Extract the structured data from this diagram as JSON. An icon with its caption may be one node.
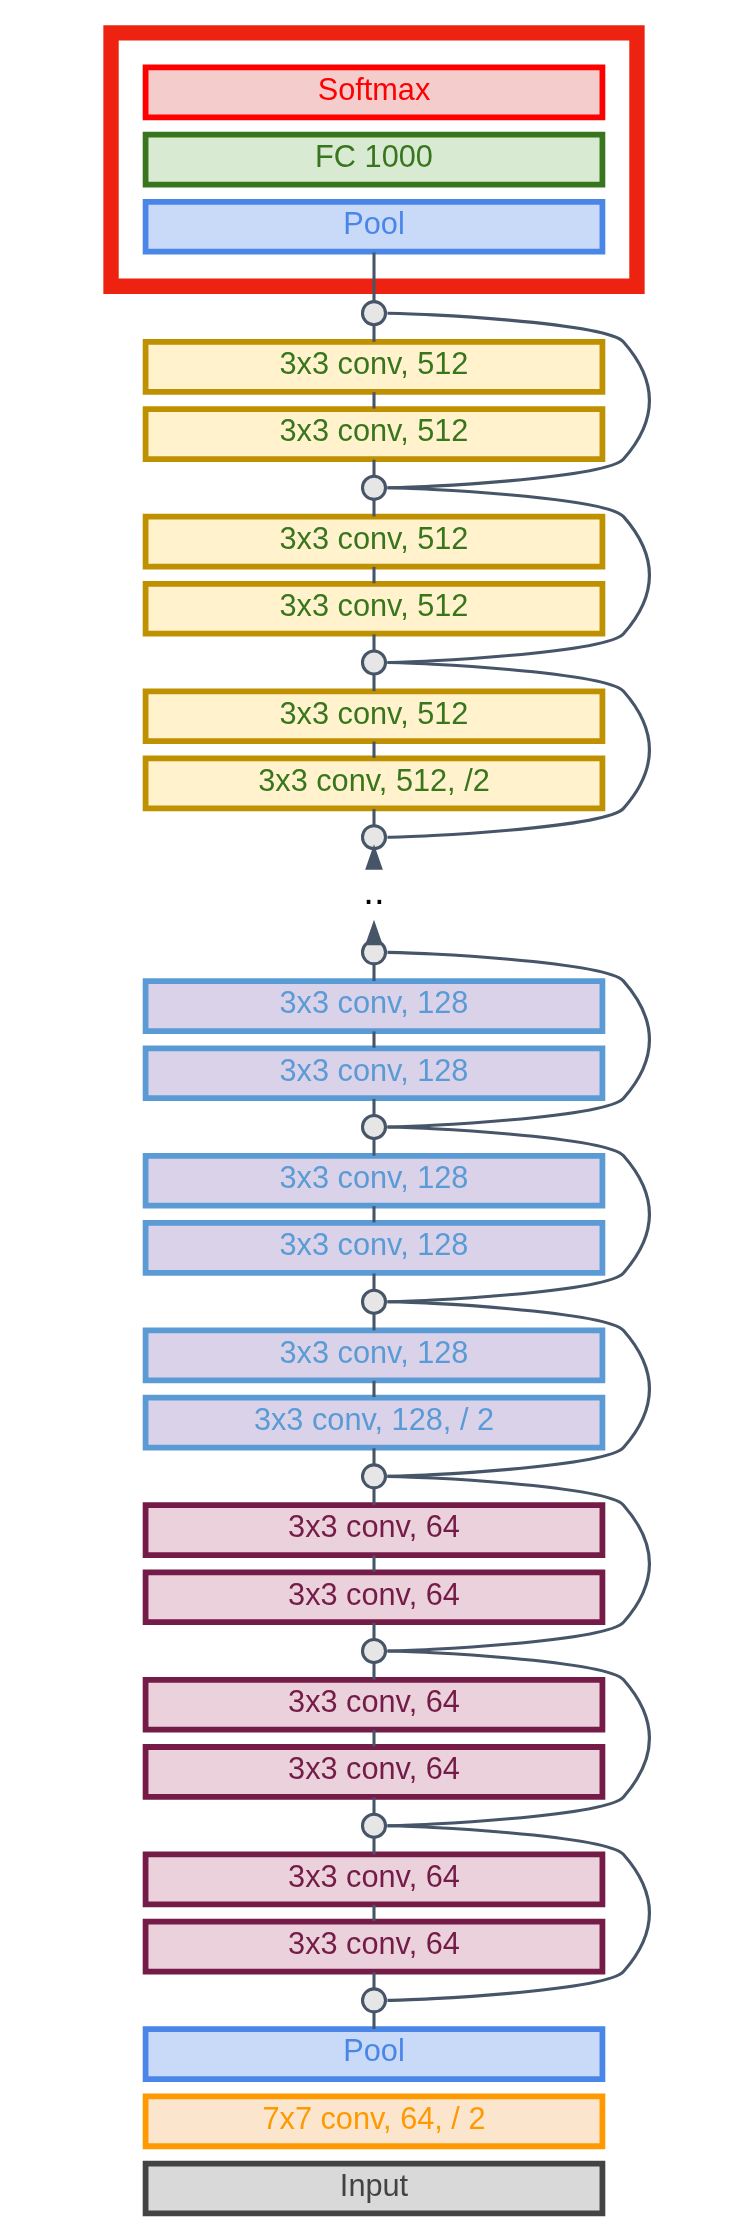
{
  "diagram": {
    "nodes": [
      {
        "text": [],
        "shape": "box"
      },
      {
        "text": [
          "Softmax"
        ],
        "in": 0
      },
      {
        "text": [
          "FC 1000"
        ],
        "in": 0
      },
      {
        "text": [
          "Pool"
        ],
        "in": 0
      },
      {
        "text": [],
        "shape": "circle"
      },
      {
        "text": [
          "3x3 conv, 512"
        ]
      },
      {
        "text": [
          "3x3 conv, 512"
        ]
      },
      {
        "text": [],
        "shape": "circle"
      },
      {
        "text": [
          "3x3 conv, 512"
        ]
      },
      {
        "text": [
          "3x3 conv, 512"
        ]
      },
      {
        "text": [],
        "shape": "circle"
      },
      {
        "text": [
          "3x3 conv, 512"
        ]
      },
      {
        "text": [
          "3x3 conv, 512, /2"
        ]
      },
      {
        "text": [],
        "shape": "circle"
      },
      {
        "text": [
          ".."
        ]
      },
      {
        "text": [],
        "shape": "circle"
      },
      {
        "text": [
          "3x3 conv, 128"
        ]
      },
      {
        "text": [
          "3x3 conv, 128"
        ]
      },
      {
        "text": [],
        "shape": "circle"
      },
      {
        "text": [
          "3x3 conv, 128"
        ]
      },
      {
        "text": [
          "3x3 conv, 128"
        ]
      },
      {
        "text": [],
        "shape": "circle"
      },
      {
        "text": [
          "3x3 conv, 128"
        ]
      },
      {
        "text": [
          "3x3 conv, 128, / 2"
        ]
      },
      {
        "text": [],
        "shape": "circle"
      },
      {
        "text": [
          "3x3 conv, 64"
        ]
      },
      {
        "text": [
          "3x3 conv, 64"
        ]
      },
      {
        "text": [],
        "shape": "circle"
      },
      {
        "text": [
          "3x3 conv, 64"
        ]
      },
      {
        "text": [
          "3x3 conv, 64"
        ]
      },
      {
        "text": [],
        "shape": "circle"
      },
      {
        "text": [
          "3x3 conv, 64"
        ]
      },
      {
        "text": [
          "3x3 conv, 64"
        ]
      },
      {
        "text": [],
        "shape": "circle"
      },
      {
        "text": [
          "Pool"
        ]
      },
      {
        "text": [
          "7x7 conv, 64, / 2"
        ]
      },
      {
        "text": [
          "Input"
        ]
      }
    ],
    "edges": [
      {
        "from": 34,
        "to": 33,
        "arrow": "none"
      },
      {
        "from": 33,
        "to": 32,
        "arrow": "none"
      },
      {
        "from": 32,
        "to": 31,
        "arrow": "none"
      },
      {
        "from": 31,
        "to": 30,
        "arrow": "none"
      },
      {
        "from": 33,
        "to": 30,
        "arrow": "none"
      },
      {
        "from": 30,
        "to": 29,
        "arrow": "none"
      },
      {
        "from": 29,
        "to": 28,
        "arrow": "none"
      },
      {
        "from": 28,
        "to": 27,
        "arrow": "none"
      },
      {
        "from": 30,
        "to": 27,
        "arrow": "none"
      },
      {
        "from": 27,
        "to": 26,
        "arrow": "none"
      },
      {
        "from": 26,
        "to": 25,
        "arrow": "none"
      },
      {
        "from": 25,
        "to": 24,
        "arrow": "none"
      },
      {
        "from": 27,
        "to": 24,
        "arrow": "none"
      },
      {
        "from": 24,
        "to": 23,
        "arrow": "none"
      },
      {
        "from": 23,
        "to": 22,
        "arrow": "none"
      },
      {
        "from": 22,
        "to": 21,
        "arrow": "none"
      },
      {
        "from": 24,
        "to": 21,
        "arrow": "none"
      },
      {
        "from": 21,
        "to": 20,
        "arrow": "none"
      },
      {
        "from": 20,
        "to": 19,
        "arrow": "none"
      },
      {
        "from": 19,
        "to": 18,
        "arrow": "none"
      },
      {
        "from": 21,
        "to": 18,
        "arrow": "none"
      },
      {
        "from": 18,
        "to": 17,
        "arrow": "none"
      },
      {
        "from": 17,
        "to": 16,
        "arrow": "none"
      },
      {
        "from": 16,
        "to": 15,
        "arrow": "none"
      },
      {
        "from": 18,
        "to": 15,
        "arrow": "none"
      },
      {
        "from": 15,
        "to": 14,
        "arrow": "to"
      },
      {
        "from": 14,
        "to": 13,
        "arrow": "to"
      },
      {
        "from": 13,
        "to": 12,
        "arrow": "none"
      },
      {
        "from": 12,
        "to": 11,
        "arrow": "none"
      },
      {
        "from": 11,
        "to": 10,
        "arrow": "none"
      },
      {
        "from": 13,
        "to": 10,
        "arrow": "none"
      },
      {
        "from": 10,
        "to": 9,
        "arrow": "none"
      },
      {
        "from": 9,
        "to": 8,
        "arrow": "none"
      },
      {
        "from": 8,
        "to": 7,
        "arrow": "none"
      },
      {
        "from": 10,
        "to": 7,
        "arrow": "none"
      },
      {
        "from": 7,
        "to": 6,
        "arrow": "none"
      },
      {
        "from": 6,
        "to": 5,
        "arrow": "none"
      },
      {
        "from": 5,
        "to": 4,
        "arrow": "none"
      },
      {
        "from": 7,
        "to": 4,
        "arrow": "none"
      },
      {
        "from": 4,
        "to": 3,
        "arrow": "none"
      }
    ]
  }
}
